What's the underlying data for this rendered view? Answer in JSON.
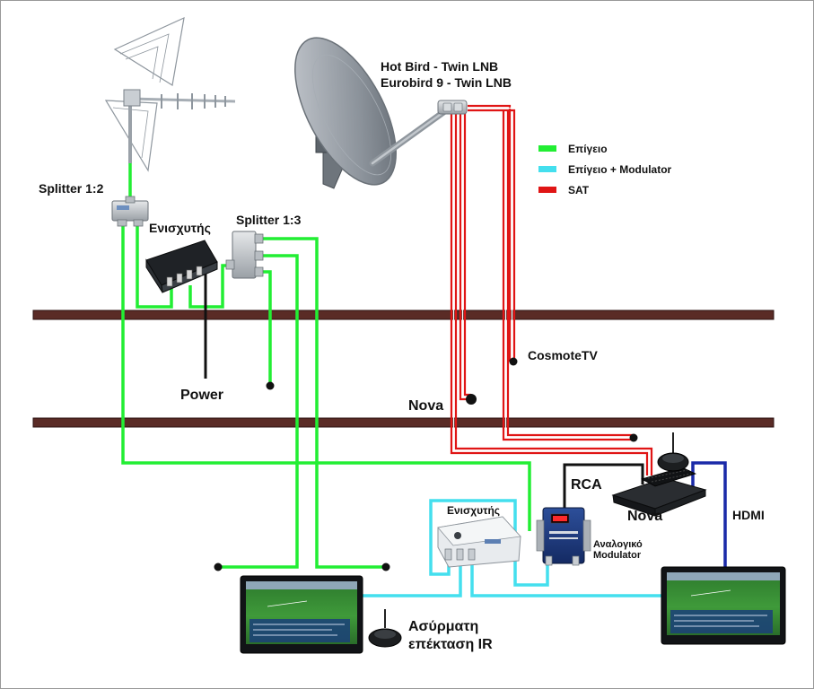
{
  "labels": {
    "sat_line1": "Hot Bird - Twin LNB",
    "sat_line2": "Eurobird 9 - Twin LNB",
    "splitter_1_2": "Splitter 1:2",
    "amplifier_top": "Ενισχυτής",
    "splitter_1_3": "Splitter 1:3",
    "power": "Power",
    "cosmote": "CosmoteTV",
    "nova_top": "Nova",
    "rca": "RCA",
    "nova_receiver": "Nova",
    "hdmi": "HDMI",
    "amplifier_bottom": "Ενισχυτής",
    "modulator_line1": "Αναλογικό",
    "modulator_line2": "Modulator",
    "ir_line1": "Ασύρματη",
    "ir_line2": "επέκταση IR"
  },
  "legend": [
    {
      "label": "Επίγειο",
      "color": "#22ee33"
    },
    {
      "label": "Επίγειο + Modulator",
      "color": "#44dfee"
    },
    {
      "label": "SAT",
      "color": "#e01515"
    }
  ],
  "colors": {
    "floor": "#5a2b26",
    "terrestrial": "#22ee33",
    "terrestrial_modulator": "#44dfee",
    "sat": "#e01515",
    "hdmi": "#1a2aa8"
  },
  "icons": [
    "terrestrial-antenna-icon",
    "satellite-dish-icon",
    "splitter-icon",
    "amplifier-icon",
    "tv-icon",
    "receiver-icon",
    "ir-extender-icon",
    "modulator-icon"
  ]
}
